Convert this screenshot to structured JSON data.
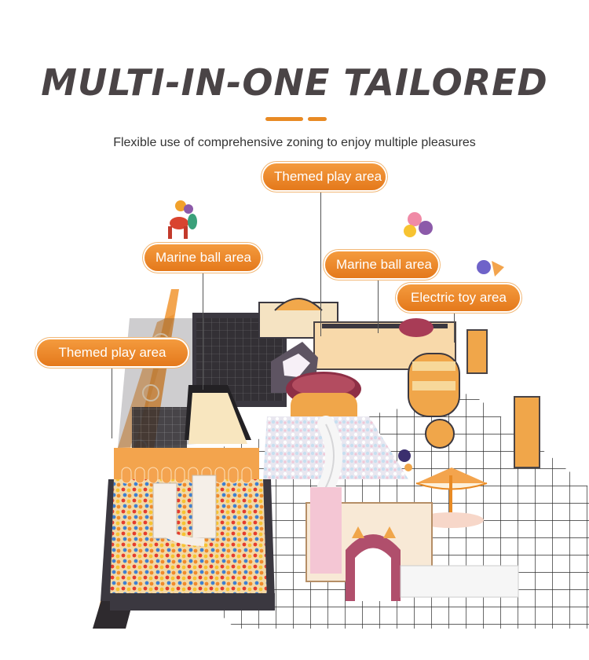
{
  "heading": {
    "title": "MULTI-IN-ONE TAILORED",
    "subtitle": "Flexible use of comprehensive zoning to enjoy multiple pleasures"
  },
  "callouts": [
    {
      "label": "Themed play area"
    },
    {
      "label": "Marine ball area"
    },
    {
      "label": "Marine ball area"
    },
    {
      "label": "Electric toy area"
    },
    {
      "label": "Themed play area"
    }
  ],
  "colors": {
    "accent": "#e88a24",
    "title": "#4a4446",
    "floor_tile": "#ffffff",
    "play_orange": "#f0a64a",
    "play_dark": "#3d3a3f",
    "play_purple": "#8a6e9b"
  }
}
